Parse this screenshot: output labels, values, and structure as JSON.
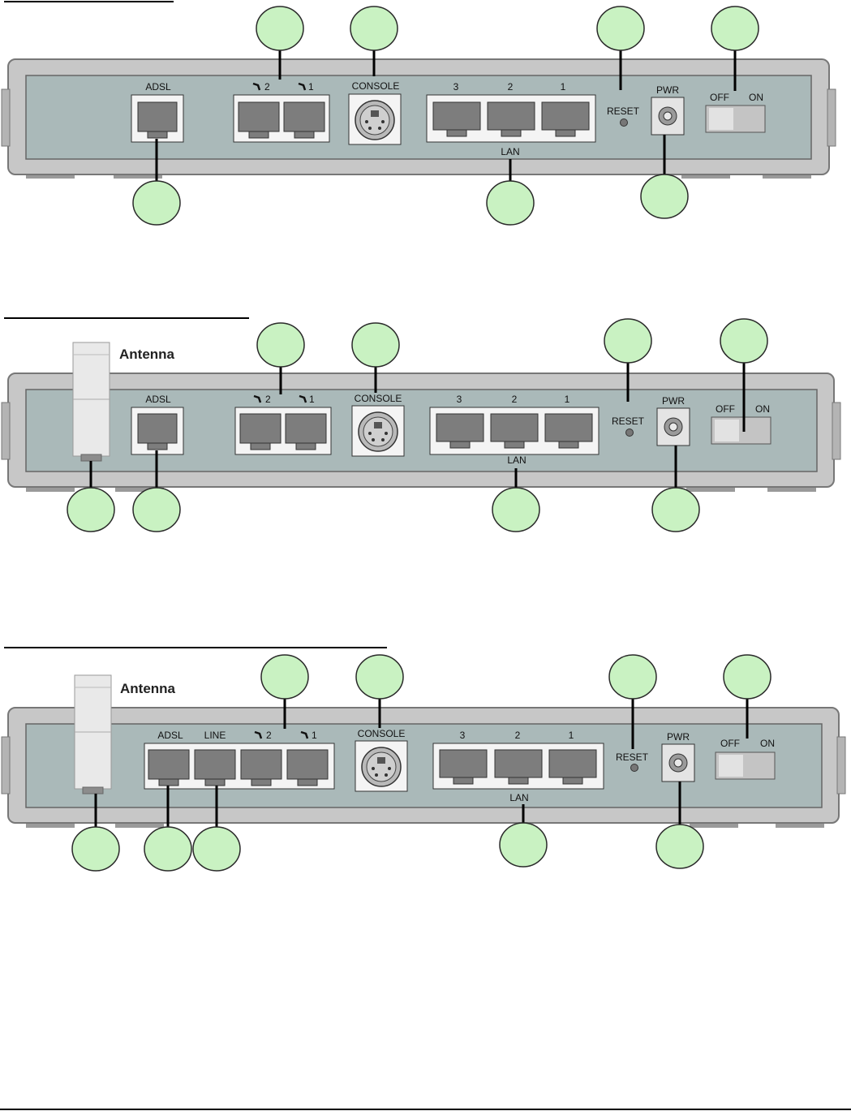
{
  "colors": {
    "device_body": "#c7c7c7",
    "device_face": "#aab9b9",
    "callout_fill": "#c9f2c2",
    "callout_stroke": "#2a2a2a",
    "port_box": "#f4f4f4",
    "jack": "#7d7d7d",
    "page_background": "#ffffff"
  },
  "icons": {
    "phone_port": "phone-handset-icon",
    "console_port": "mini-din-connector-icon",
    "power_jack": "dc-power-jack-icon",
    "reset_button": "reset-pinhole-icon",
    "power_switch": "rocker-switch-icon"
  },
  "panels": [
    {
      "labels": {
        "adsl": "ADSL",
        "phone2": "2",
        "phone1": "1",
        "console": "CONSOLE",
        "lan3": "3",
        "lan2": "2",
        "lan1": "1",
        "lan": "LAN",
        "reset": "RESET",
        "pwr": "PWR",
        "off": "OFF",
        "on": "ON"
      }
    },
    {
      "labels": {
        "antenna": "Antenna",
        "adsl": "ADSL",
        "phone2": "2",
        "phone1": "1",
        "console": "CONSOLE",
        "lan3": "3",
        "lan2": "2",
        "lan1": "1",
        "lan": "LAN",
        "reset": "RESET",
        "pwr": "PWR",
        "off": "OFF",
        "on": "ON"
      }
    },
    {
      "labels": {
        "antenna": "Antenna",
        "adsl": "ADSL",
        "line": "LINE",
        "phone2": "2",
        "phone1": "1",
        "console": "CONSOLE",
        "lan3": "3",
        "lan2": "2",
        "lan1": "1",
        "lan": "LAN",
        "reset": "RESET",
        "pwr": "PWR",
        "off": "OFF",
        "on": "ON"
      }
    }
  ]
}
